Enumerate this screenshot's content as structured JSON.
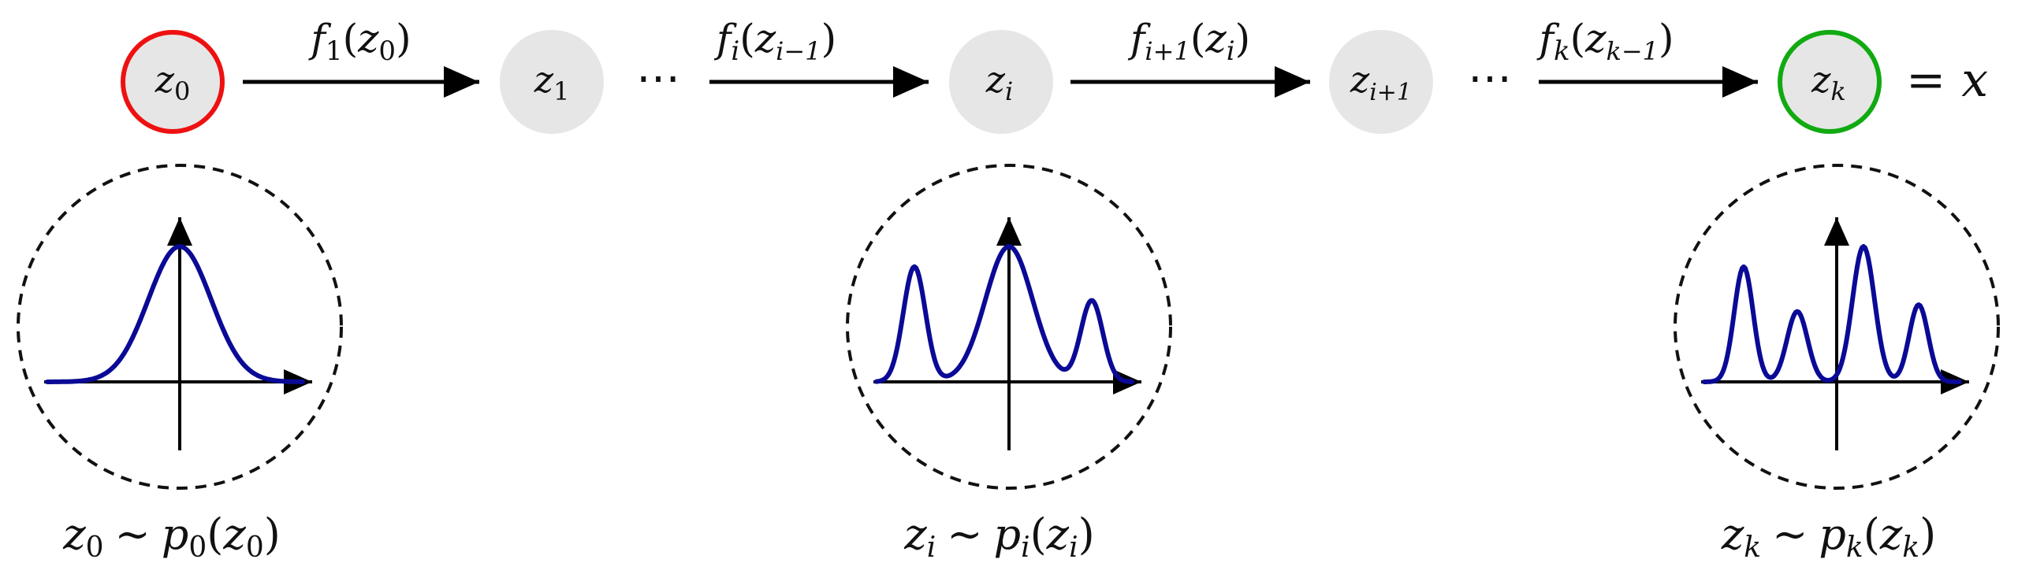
{
  "flow": {
    "nodes": [
      {
        "base": "z",
        "sub": "0",
        "kind": "source",
        "fill": "#e6e6e6",
        "border": "#ee1111"
      },
      {
        "base": "z",
        "sub": "1",
        "kind": "intermediate",
        "fill": "#e6e6e6",
        "border": "none"
      },
      {
        "base": "z",
        "sub": "i",
        "kind": "intermediate",
        "fill": "#e6e6e6",
        "border": "none"
      },
      {
        "base": "z",
        "sub": "i+1",
        "kind": "intermediate",
        "fill": "#e6e6e6",
        "border": "none"
      },
      {
        "base": "z",
        "sub": "k",
        "kind": "target",
        "fill": "#e6e6e6",
        "border": "#11aa11"
      }
    ],
    "arrows": [
      {
        "fn": "f",
        "fn_sub": "1",
        "arg_base": "z",
        "arg_sub": "0"
      },
      {
        "fn": "f",
        "fn_sub": "i",
        "arg_base": "z",
        "arg_sub": "i−1"
      },
      {
        "fn": "f",
        "fn_sub": "i+1",
        "arg_base": "z",
        "arg_sub": "i"
      },
      {
        "fn": "f",
        "fn_sub": "k",
        "arg_base": "z",
        "arg_sub": "k−1"
      }
    ],
    "ellipsis": "⋯",
    "equals": "=",
    "output_var": "x"
  },
  "distributions": [
    {
      "var": "z",
      "sub": "0",
      "tilde": "∼",
      "dist": "p",
      "shape": "single-mode gaussian"
    },
    {
      "var": "z",
      "sub": "i",
      "tilde": "∼",
      "dist": "p",
      "shape": "three-mode"
    },
    {
      "var": "z",
      "sub": "k",
      "tilde": "∼",
      "dist": "p",
      "shape": "four-mode"
    }
  ],
  "colors": {
    "curve": "#0a0a96",
    "source_border": "#ee1111",
    "target_border": "#11aa11",
    "node_fill": "#e6e6e6"
  }
}
